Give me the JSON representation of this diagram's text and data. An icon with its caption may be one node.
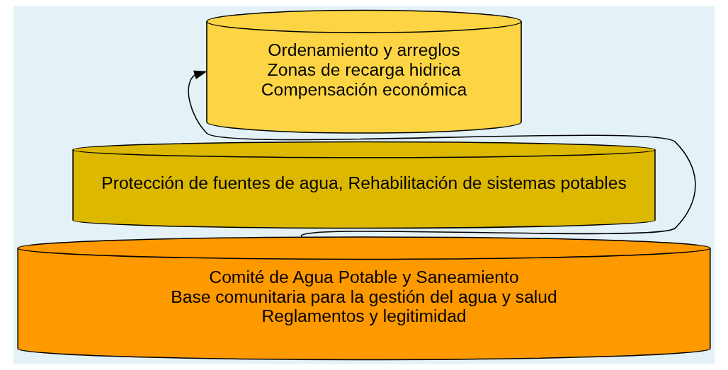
{
  "diagram": {
    "nodes": [
      {
        "text": [
          "Ordenamiento y arreglos",
          "Zonas de recarga hidrica",
          "Compensación económica"
        ]
      },
      {
        "text": [
          "Protección de fuentes de agua, Rehabilitación de sistemas potables"
        ]
      },
      {
        "text": [
          "Comité de Agua Potable y Saneamiento",
          "Base comunitaria para la gestión del agua y salud",
          "Reglamentos y legitimidad"
        ]
      }
    ],
    "edges": [
      {
        "from": 2,
        "to": 0,
        "arrow": "to"
      }
    ]
  }
}
